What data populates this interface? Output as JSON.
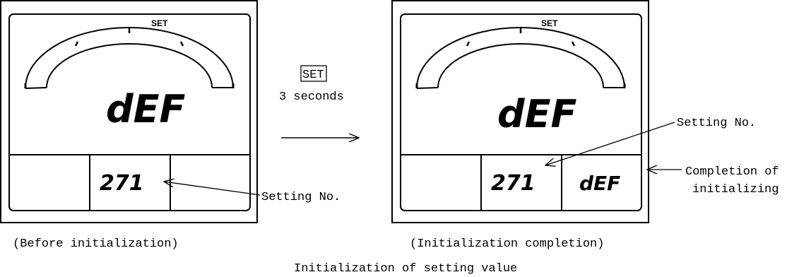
{
  "left_panel": {
    "set_label": "SET",
    "main_display": "dEF",
    "sub_display_center": "271",
    "caption": "(Before initialization)",
    "callout": "Setting No."
  },
  "transition": {
    "key_label": "SET",
    "duration": "3 seconds"
  },
  "right_panel": {
    "set_label": "SET",
    "main_display": "dEF",
    "sub_display_center": "271",
    "sub_display_right": "dEF",
    "caption": "(Initialization completion)",
    "callout_setting": "Setting No.",
    "callout_completion_line1": "Completion of",
    "callout_completion_line2": "initializing"
  },
  "figure_caption": "Initialization of setting value"
}
